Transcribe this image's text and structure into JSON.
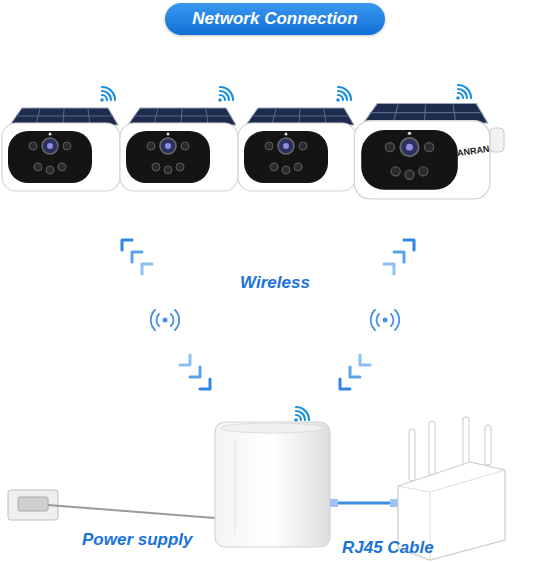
{
  "diagram": {
    "title": "Network Connection",
    "labels": [
      "ANRAN",
      "Wireless",
      "Power supply",
      "RJ45 Cable"
    ]
  }
}
